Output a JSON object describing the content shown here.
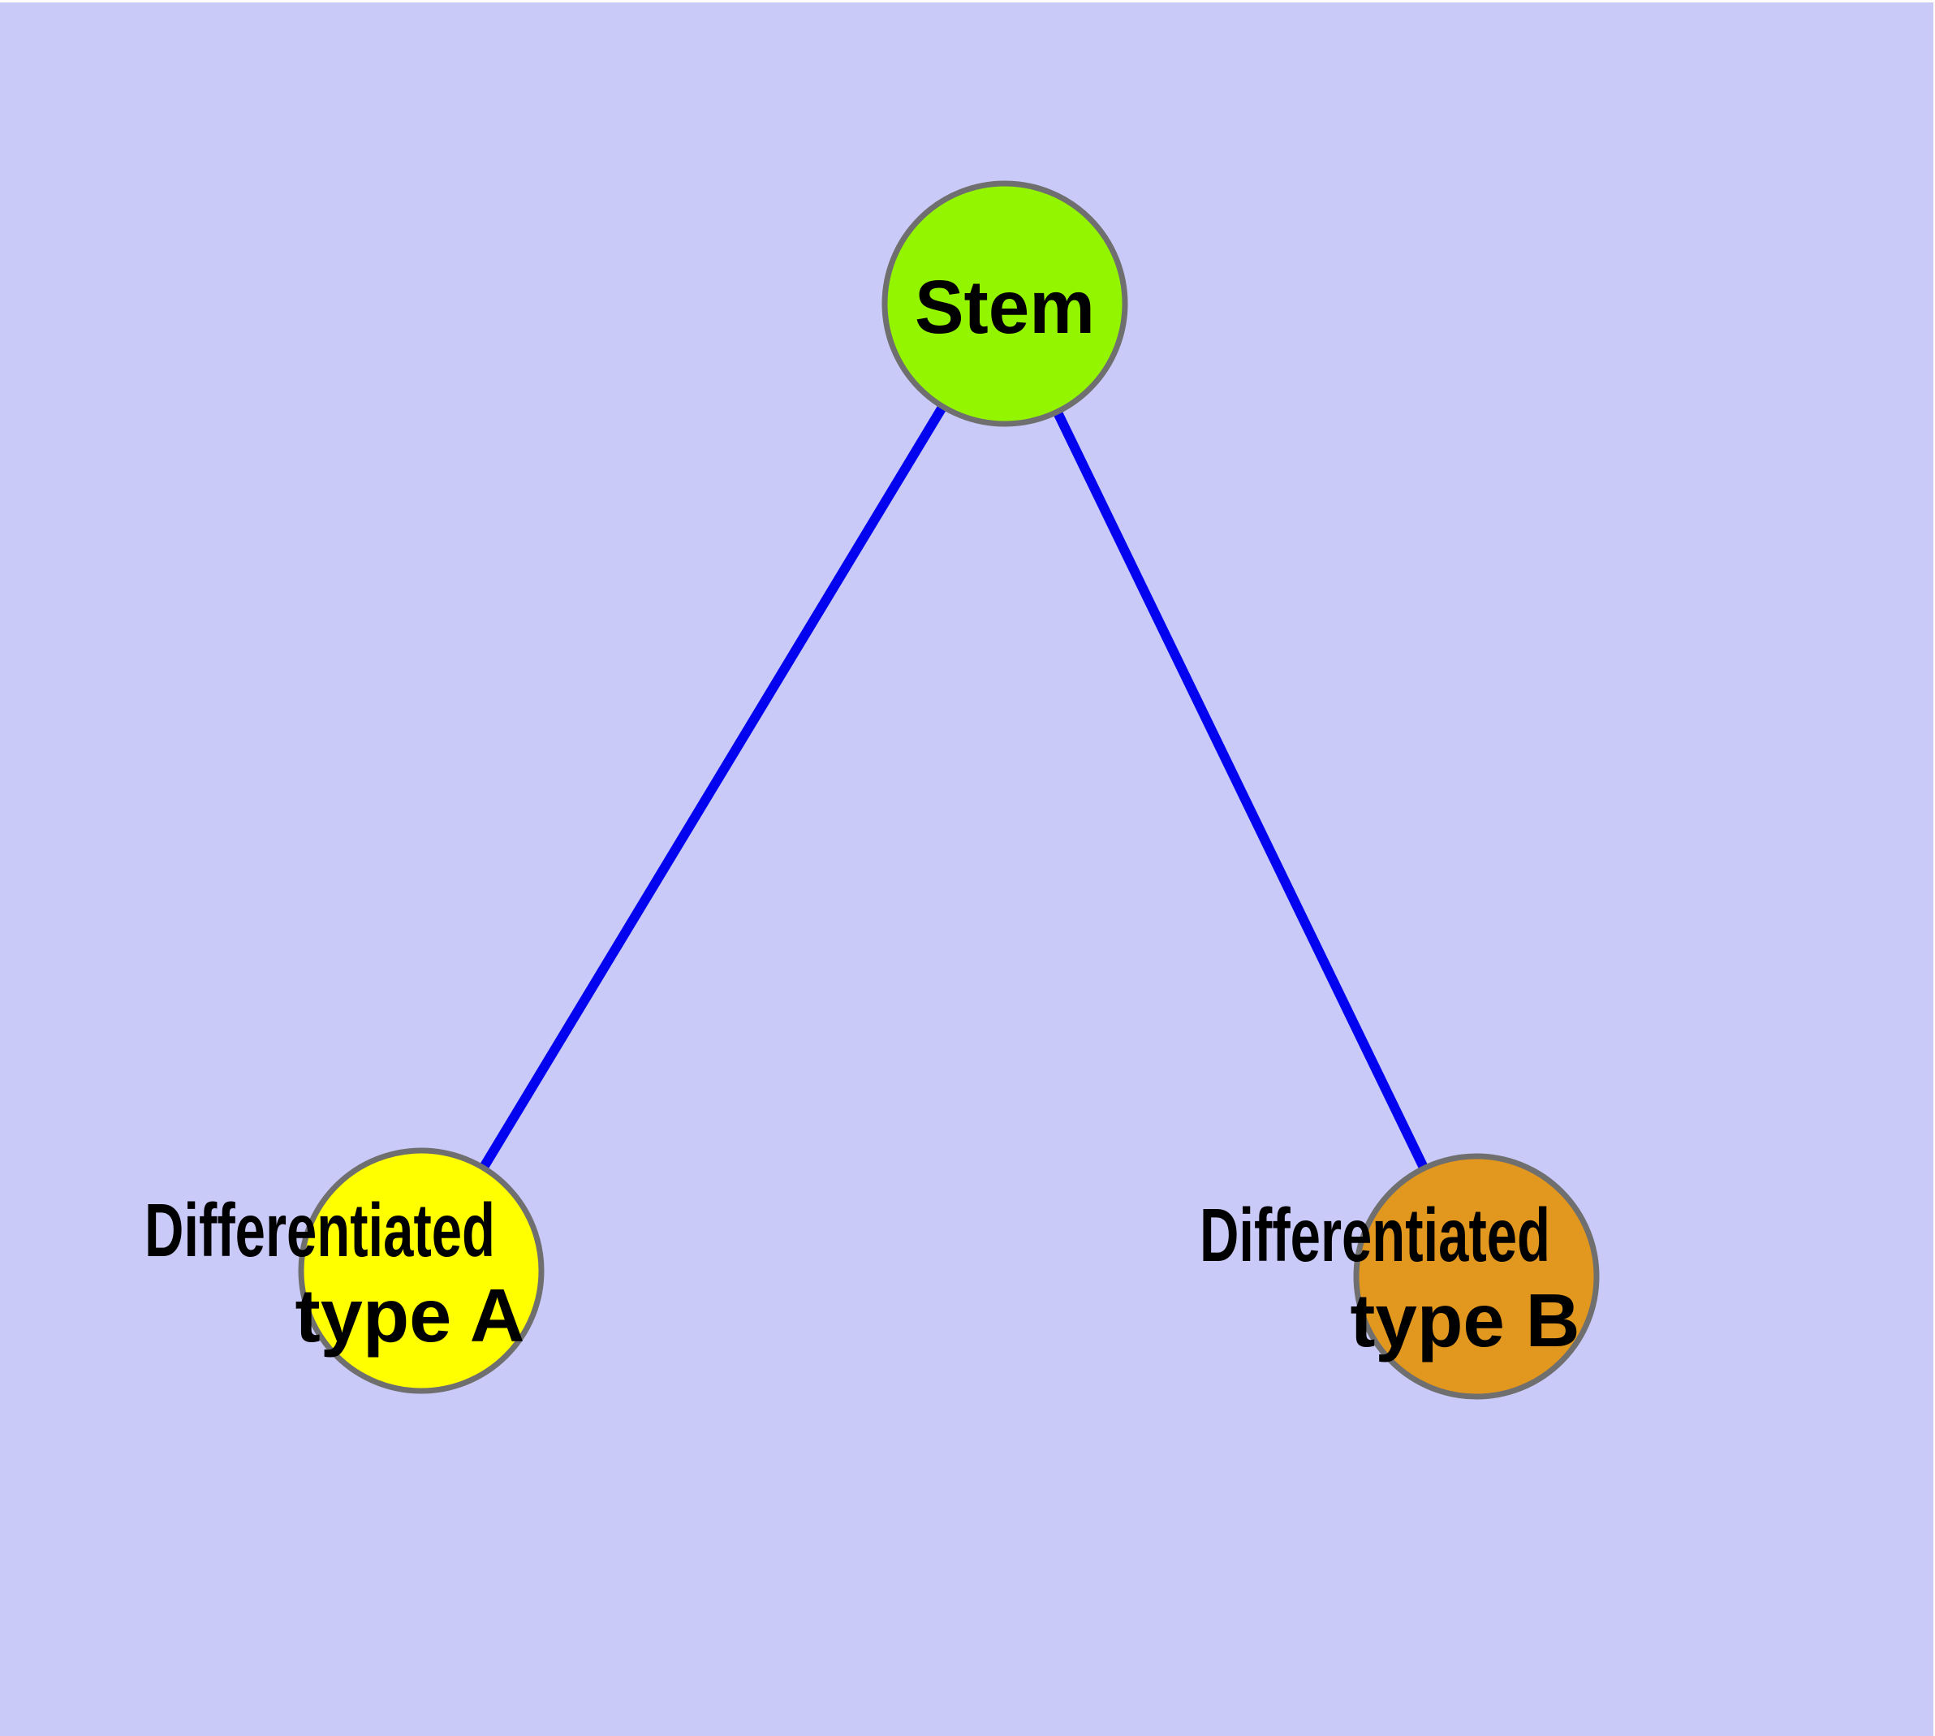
{
  "diagram": {
    "type": "graph",
    "background_color": "#CACAF8",
    "node_border_color": "#6F6F6F",
    "nodes": {
      "stem": {
        "label": "Stem",
        "color": "#94F500"
      },
      "type_a": {
        "label_line1": "Differentiated",
        "label_line2": "type A",
        "color": "#FFFF00"
      },
      "type_b": {
        "label_line1": "Differentiated",
        "label_line2": "type B",
        "color": "#E2971E"
      }
    },
    "edges": {
      "color": "#0303F0",
      "items": [
        {
          "from": "Stem",
          "to": "Differentiated type A"
        },
        {
          "from": "Stem",
          "to": "Differentiated type B"
        }
      ]
    }
  }
}
